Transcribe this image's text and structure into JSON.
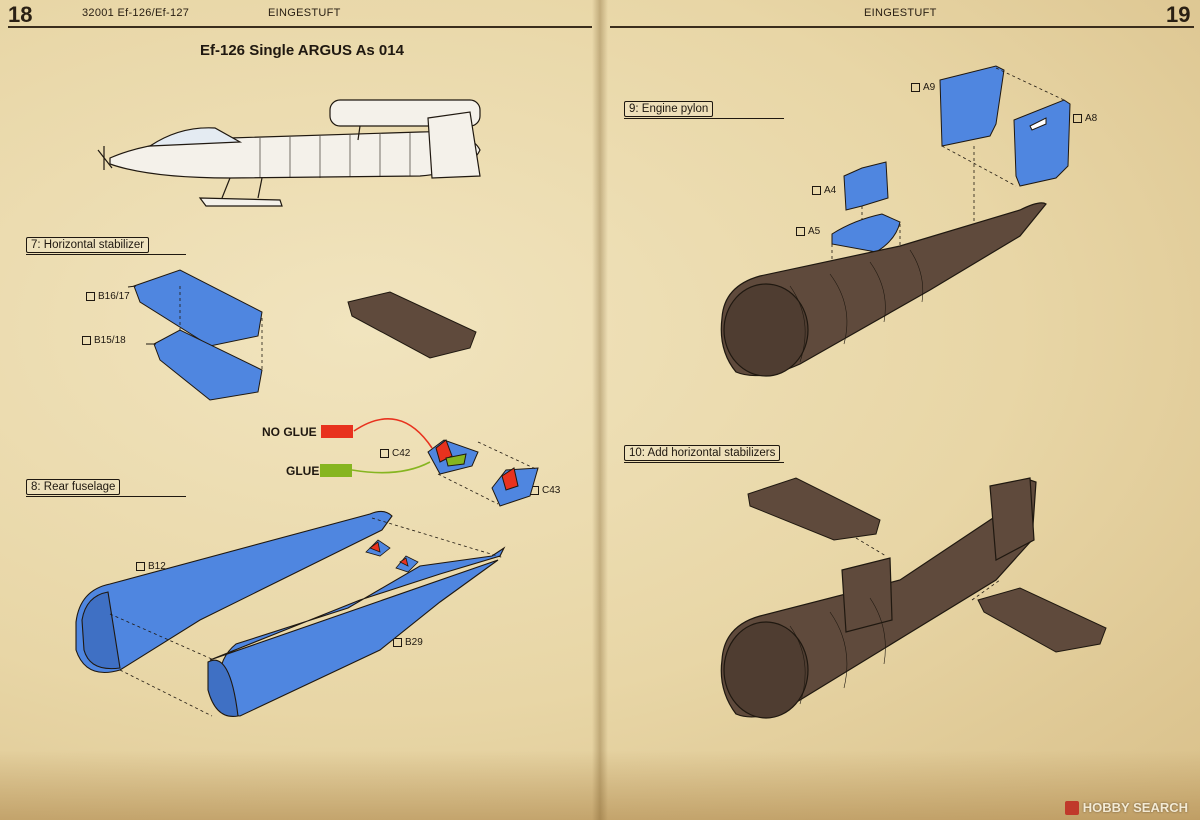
{
  "left_page": {
    "number": "18",
    "catalog": "32001 Ef-126/Ef-127",
    "header": "EINGESTUFT",
    "title": "Ef-126 Single ARGUS As 014",
    "step7": "7: Horizontal stabilizer",
    "step8": "8: Rear fuselage",
    "parts": {
      "b1617": "B16/17",
      "b1518": "B15/18",
      "c42": "C42",
      "c43": "C43",
      "b12": "B12",
      "b29": "B29"
    },
    "legend": {
      "no_glue": "NO GLUE",
      "glue": "GLUE"
    }
  },
  "right_page": {
    "number": "19",
    "header": "EINGESTUFT",
    "step9": "9: Engine pylon",
    "step10": "10: Add horizontal stabilizers",
    "parts": {
      "a9": "A9",
      "a8": "A8",
      "a4": "A4",
      "a5": "A5"
    }
  },
  "colors": {
    "part_blue": "#4f86e0",
    "model_brown": "#5f4a3c",
    "no_glue_red": "#e8321e",
    "glue_green": "#86b520",
    "paper": "#e9d9b0",
    "ink": "#1f1810"
  },
  "watermark": {
    "text": "HOBBY SEARCH"
  }
}
